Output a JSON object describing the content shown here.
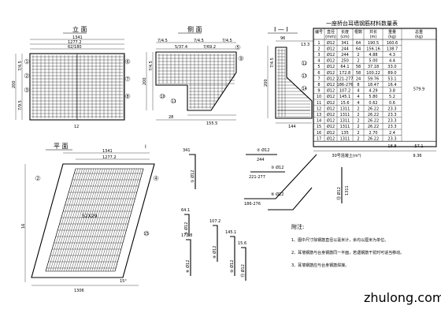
{
  "views": {
    "elevation": {
      "title": "立 面",
      "dims_top": [
        "1341",
        "1277.2",
        "62/180"
      ],
      "dims_left": [
        "200",
        "7/4.5",
        "7/9.5"
      ],
      "dim_bottom": "12",
      "bar_labels": [
        "1",
        "2",
        "3",
        "6",
        "7",
        "8"
      ]
    },
    "side": {
      "title": "侧 面",
      "dims_top": [
        "7/4.5",
        "5/37.4",
        "7/4.5",
        "7/69.2",
        "7/4.5"
      ],
      "dims_left": [
        "200",
        "7/4.5"
      ],
      "dims_bottom": [
        "28",
        "155.5"
      ],
      "bar_labels": [
        "5",
        "9",
        "10",
        "11"
      ]
    },
    "section": {
      "title": "I — I",
      "dims_top": [
        "96",
        "13.3"
      ],
      "dims_left": [
        "200",
        "7/4.5"
      ],
      "dim_bottom": "144",
      "bar_labels": [
        "12",
        "13",
        "14"
      ]
    },
    "plan": {
      "title": "平 面",
      "section_mark": "I",
      "dims_top": [
        "1341",
        "1277.2"
      ],
      "dim_left": "16",
      "dim_center": "52X29",
      "dims_bottom": [
        "1306",
        "15°"
      ],
      "bar_labels": [
        "2",
        "4",
        "15"
      ]
    }
  },
  "bar_details": [
    {
      "label": "① Ø12",
      "length": "341"
    },
    {
      "label": "② Ø12",
      "length": "244"
    },
    {
      "label": "③ Ø12",
      "length": "221-277"
    },
    {
      "label": "⑧ Ø12",
      "length": "186-276"
    },
    {
      "label": "⑤ Ø12",
      "length": "64.1"
    },
    {
      "label": "⑥ Ø12",
      "length": "172.8"
    },
    {
      "label": "⑨ Ø12",
      "length": "107.2"
    },
    {
      "label": "⑩ Ø12",
      "length": "145.1"
    },
    {
      "label": "⑪ Ø12",
      "length": "15.6"
    },
    {
      "label": "⑬ Ø12",
      "length": "1311"
    }
  ],
  "table": {
    "title": "一座桥台耳墙钢筋材料数量表",
    "headers": [
      "编号",
      "直径\n(mm)",
      "长度\n(cm)",
      "根数",
      "共长\n(m)",
      "重量\n(kg)",
      "总重\n(kg)"
    ],
    "rows": [
      [
        "1",
        "Ø12",
        "341",
        "64",
        "190.5",
        "160.6"
      ],
      [
        "2",
        "Ø12",
        "244",
        "64",
        "156.16",
        "138.7"
      ],
      [
        "3",
        "Ø12",
        "244",
        "2",
        "4.88",
        "4.3"
      ],
      [
        "4",
        "Ø12",
        "250",
        "2",
        "5.00",
        "4.4"
      ],
      [
        "5",
        "Ø12",
        "64.1",
        "58",
        "37.18",
        "33.0"
      ],
      [
        "6",
        "Ø12",
        "172.8",
        "58",
        "100.22",
        "89.0"
      ],
      [
        "7",
        "Ø12",
        "221-277",
        "24",
        "59.76",
        "53.1"
      ],
      [
        "8",
        "Ø12",
        "186-276",
        "8",
        "18.47",
        "16.4"
      ],
      [
        "9",
        "Ø12",
        "107.2",
        "4",
        "4.29",
        "3.8"
      ],
      [
        "10",
        "Ø12",
        "145.1",
        "4",
        "5.80",
        "5.2"
      ],
      [
        "11",
        "Ø12",
        "15.6",
        "4",
        "0.62",
        "0.6"
      ],
      [
        "12",
        "Ø12",
        "1311",
        "2",
        "26.22",
        "23.3"
      ],
      [
        "13",
        "Ø12",
        "1311",
        "2",
        "26.22",
        "23.3"
      ],
      [
        "14",
        "Ø12",
        "1311",
        "2",
        "26.22",
        "23.3"
      ],
      [
        "15",
        "Ø12",
        "1311",
        "2",
        "26.22",
        "23.3"
      ],
      [
        "16",
        "Ø12",
        "135",
        "2",
        "2.70",
        "2.4"
      ],
      [
        "17",
        "Ø12",
        "1311",
        "2",
        "26.22",
        "23.3"
      ]
    ],
    "total_weight": "579.9",
    "side_values": [
      "18.8",
      "57.1"
    ],
    "concrete_label": "30号混凝土(m³)",
    "concrete_value": "9.36"
  },
  "notes": {
    "title": "附注:",
    "items": [
      "1、图中尺寸除钢筋直径以毫米计，余均以厘米为单位。",
      "2、耳墙钢筋与台身钢筋同一平面，若遇钢筋干扰时可适当移动。",
      "3、耳墙钢筋应与台身钢筋焊接。"
    ]
  },
  "watermark": "zhulong.com"
}
